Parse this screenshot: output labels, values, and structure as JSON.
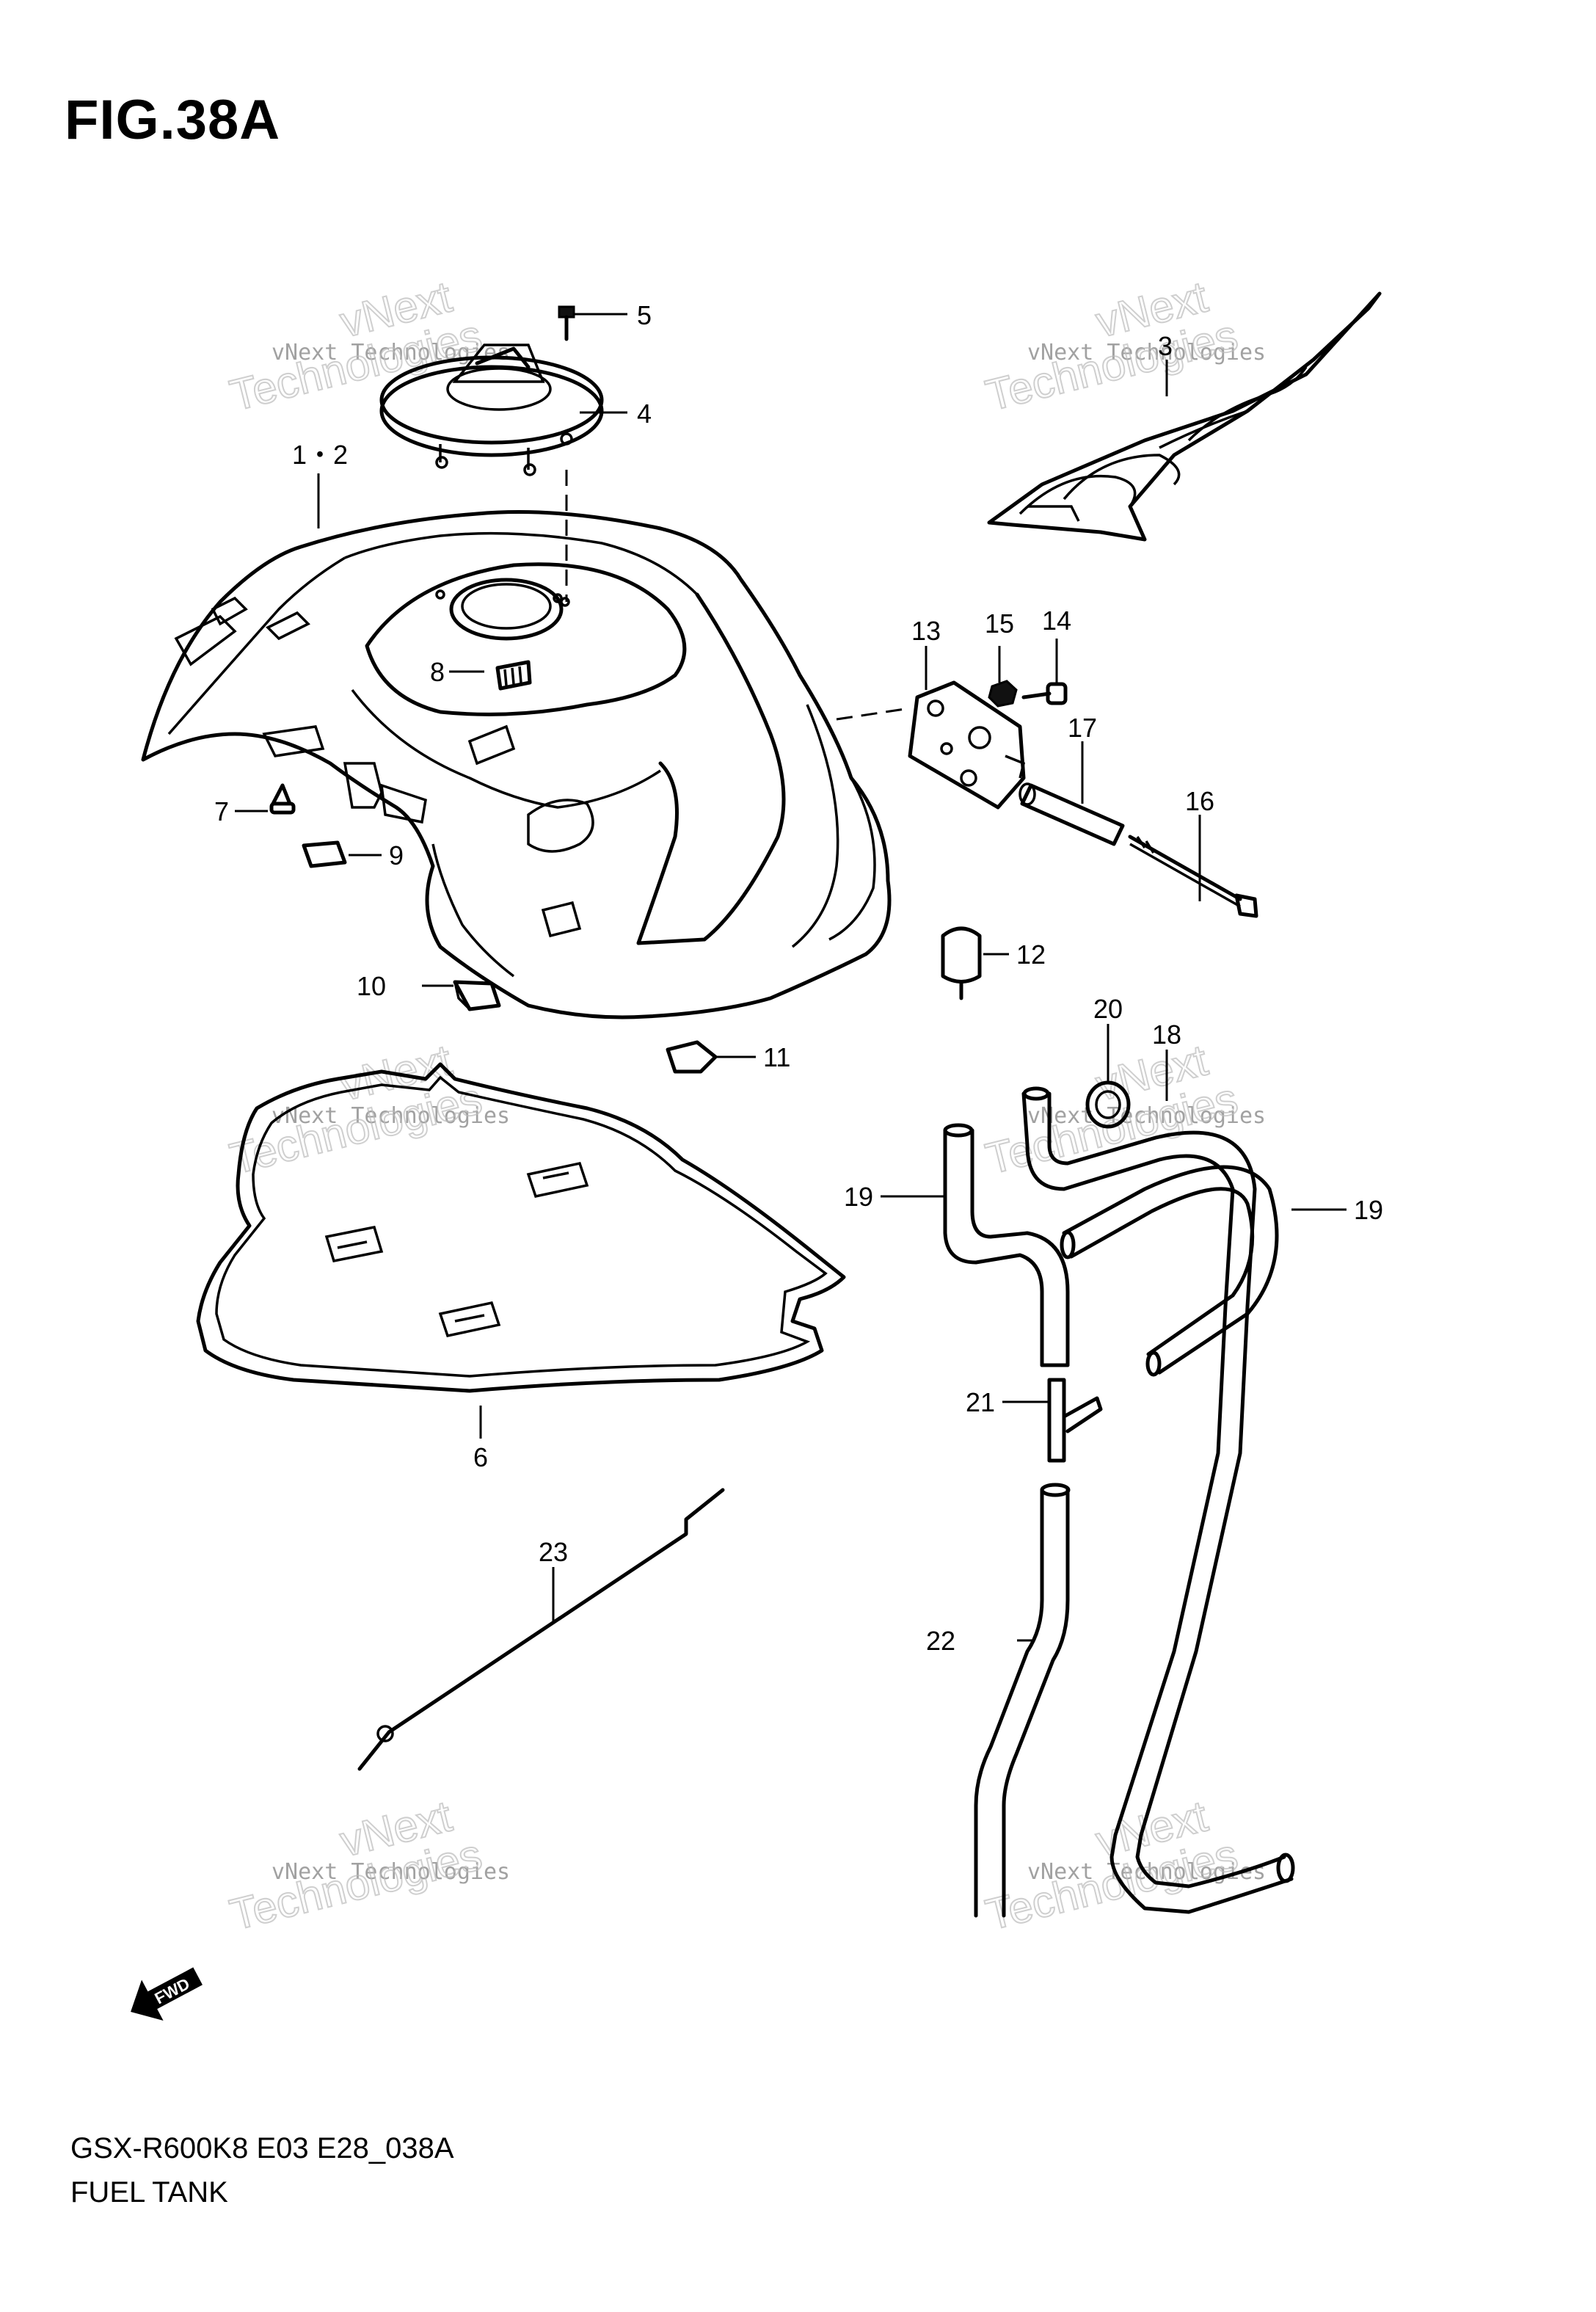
{
  "figure": {
    "title": "FIG.38A"
  },
  "footer": {
    "model_code": "GSX-R600K8 E03 E28_038A",
    "section_name": "FUEL TANK"
  },
  "fwd_label": "FWD",
  "watermark": {
    "line1": "vNext Technologies",
    "line2": "Technologies",
    "line3": "vNext"
  },
  "callouts": {
    "c1_2": "1・2",
    "c3": "3",
    "c4": "4",
    "c5": "5",
    "c6": "6",
    "c7": "7",
    "c8": "8",
    "c9": "9",
    "c10": "10",
    "c11": "11",
    "c12": "12",
    "c13": "13",
    "c14": "14",
    "c15": "15",
    "c16": "16",
    "c17": "17",
    "c18": "18",
    "c19a": "19",
    "c19b": "19",
    "c20": "20",
    "c21": "21",
    "c22": "22",
    "c23": "23"
  }
}
